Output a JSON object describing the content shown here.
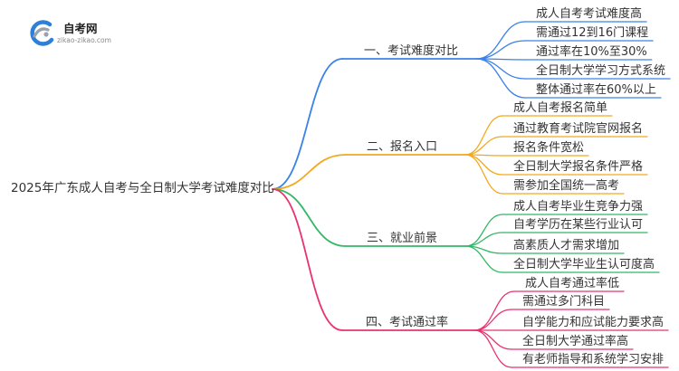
{
  "logo": {
    "name": "自考网",
    "domain": "zikao-zikao.com",
    "icon": "zikao-logo-icon",
    "icon_colors": {
      "primary": "#2f7fd8",
      "secondary": "#9aa3ad"
    }
  },
  "root": "2025年广东成人自考与全日制大学考试难度对比",
  "branches": [
    {
      "label": "一、考试难度对比",
      "color": "#3b82e8",
      "leaves": [
        "成人自考考试难度高",
        "需通过12到16门课程",
        "通过率在10%至30%",
        "全日制大学学习方式系统",
        "整体通过率在60%以上"
      ]
    },
    {
      "label": "二、报名入口",
      "color": "#f2a91e",
      "leaves": [
        "成人自考报名简单",
        "通过教育考试院官网报名",
        "报名条件宽松",
        "全日制大学报名条件严格",
        "需参加全国统一高考"
      ]
    },
    {
      "label": "三、就业前景",
      "color": "#33b866",
      "leaves": [
        "成人自考毕业生竞争力强",
        "自考学历在某些行业认可",
        "高素质人才需求增加",
        "全日制大学毕业生认可度高"
      ]
    },
    {
      "label": "四、考试通过率",
      "color": "#e8336f",
      "leaves": [
        "成人自考通过率低",
        "需通过多门科目",
        "自学能力和应试能力要求高",
        "全日制大学通过率高",
        "有老师指导和系统学习安排"
      ]
    }
  ]
}
